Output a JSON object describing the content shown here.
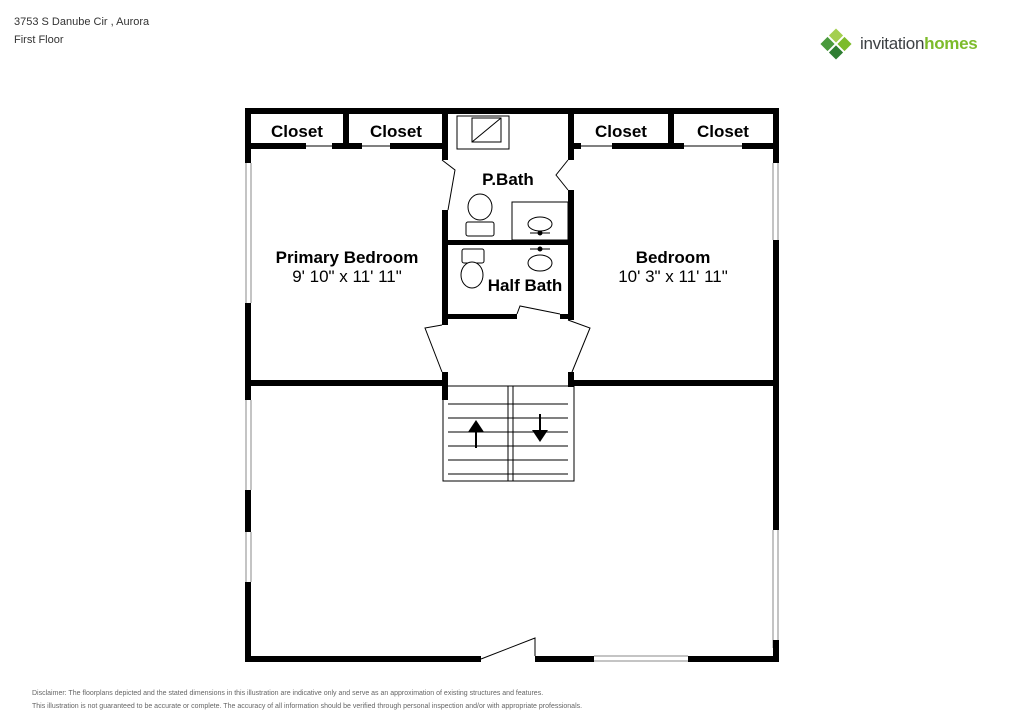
{
  "header": {
    "address": "3753 S Danube Cir , Aurora",
    "floor": "First Floor"
  },
  "logo": {
    "part1": "invitation",
    "part2": "homes",
    "icon": "diamond-grid-icon",
    "colors": [
      "#7dbb2b",
      "#4a9a3c",
      "#2e7d32",
      "#a4cf4f"
    ]
  },
  "rooms": {
    "closet_1": "Closet",
    "closet_2": "Closet",
    "closet_3": "Closet",
    "closet_4": "Closet",
    "pbath": "P.Bath",
    "half_bath": "Half Bath",
    "primary_bedroom": {
      "name": "Primary Bedroom",
      "dims": "9' 10\" x 11' 11\""
    },
    "bedroom": {
      "name": "Bedroom",
      "dims": "10' 3\" x 11' 11\""
    }
  },
  "disclaimer": {
    "line1": "Disclaimer: The floorplans depicted and the stated dimensions in this illustration are indicative only and serve as an approximation of existing structures and features.",
    "line2": "This illustration is not guaranteed to be accurate or complete. The accuracy of all information should be verified through personal inspection and/or with appropriate professionals."
  },
  "colors": {
    "wall": "#000000",
    "background": "#ffffff",
    "window": "#888888"
  }
}
